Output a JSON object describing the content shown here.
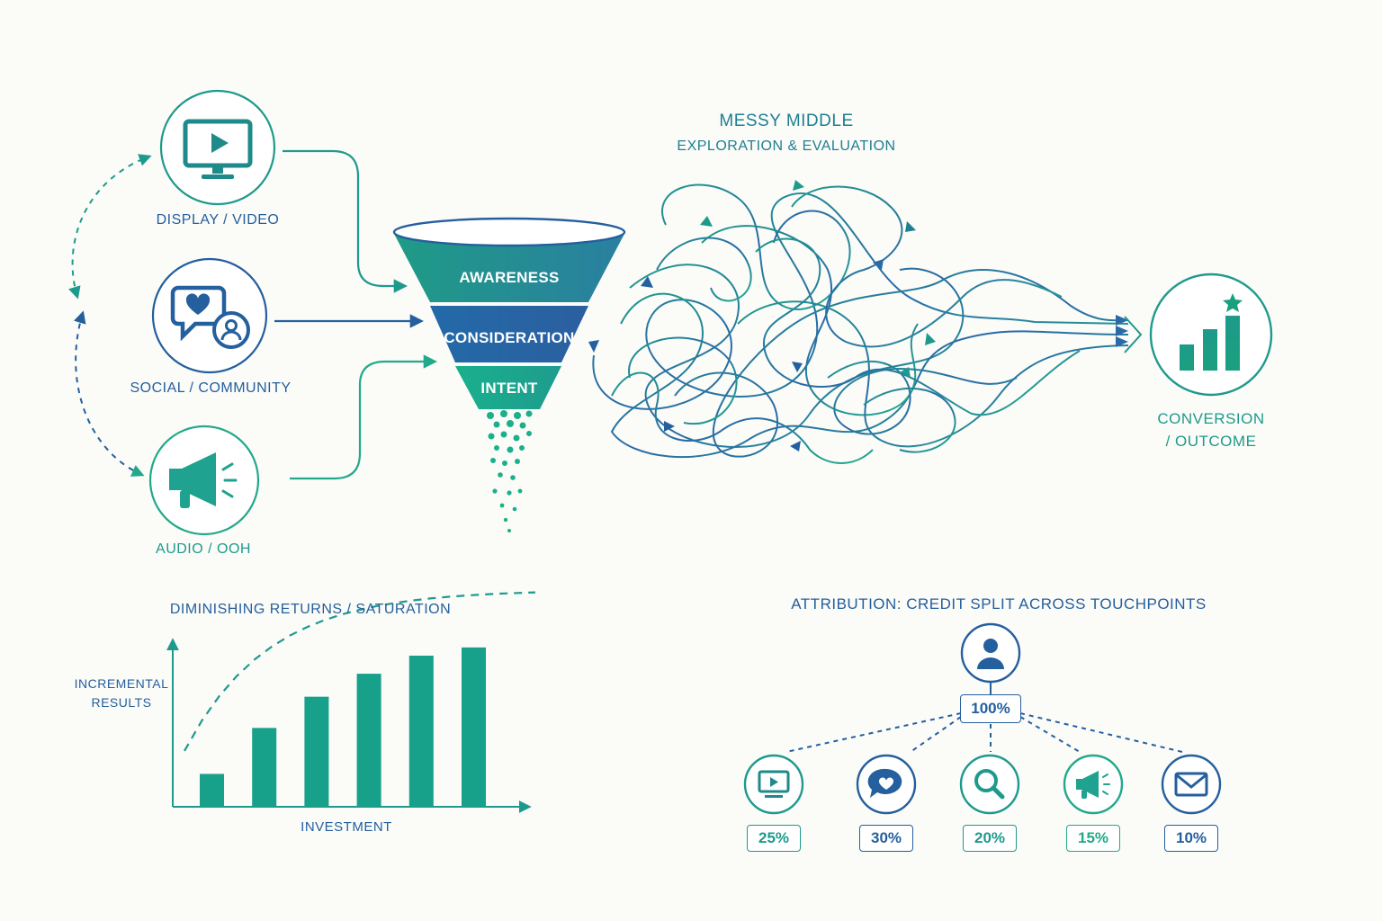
{
  "channels": [
    {
      "label": "DISPLAY / VIDEO",
      "icon": "monitor-play-icon"
    },
    {
      "label": "SOCIAL / COMMUNITY",
      "icon": "chat-heart-user-icon"
    },
    {
      "label": "AUDIO / OOH",
      "icon": "megaphone-icon"
    }
  ],
  "funnel": {
    "stages": [
      "AWARENESS",
      "CONSIDERATION",
      "INTENT"
    ]
  },
  "messy_middle": {
    "title": "MESSY MIDDLE",
    "subtitle": "EXPLORATION & EVALUATION"
  },
  "conversion": {
    "label_line1": "CONVERSION",
    "label_line2": "/ OUTCOME",
    "icon": "bar-chart-star-icon"
  },
  "diminishing_returns": {
    "title": "DIMINISHING RETURNS / SATURATION",
    "ylabel_line1": "INCREMENTAL",
    "ylabel_line2": "RESULTS",
    "xlabel": "INVESTMENT"
  },
  "chart_data": {
    "type": "bar",
    "title": "DIMINISHING RETURNS / SATURATION",
    "xlabel": "INVESTMENT",
    "ylabel": "INCREMENTAL RESULTS",
    "categories": [
      "",
      "",
      "",
      "",
      "",
      ""
    ],
    "values": [
      20,
      48,
      67,
      81,
      92,
      97
    ],
    "ylim": [
      0,
      115
    ],
    "trend": {
      "style": "dashed",
      "shape": "saturation-curve"
    }
  },
  "attribution": {
    "title": "ATTRIBUTION: CREDIT SPLIT ACROSS TOUCHPOINTS",
    "total": "100%",
    "root_icon": "user-icon",
    "touchpoints": [
      {
        "icon": "monitor-play-icon",
        "pct": "25%"
      },
      {
        "icon": "chat-heart-icon",
        "pct": "30%"
      },
      {
        "icon": "search-icon",
        "pct": "20%"
      },
      {
        "icon": "megaphone-icon",
        "pct": "15%"
      },
      {
        "icon": "envelope-icon",
        "pct": "10%"
      }
    ]
  },
  "colors": {
    "teal": "#1e9a8c",
    "blue": "#245f9e",
    "green": "#22a98a",
    "bar": "#17a08a"
  }
}
